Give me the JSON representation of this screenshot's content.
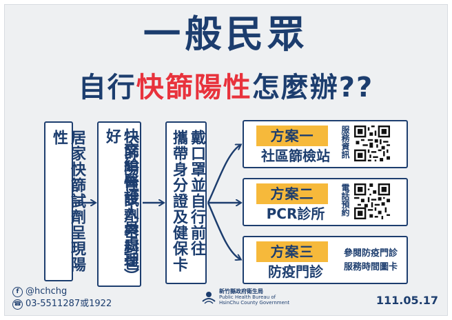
{
  "title_line1": "一般民眾",
  "title_line2_pre": "自行",
  "title_line2_highlight": "快篩陽性",
  "title_line2_post": "怎麼辦??",
  "steps": [
    {
      "text": "居家快篩試劑呈現陽性"
    },
    {
      "text": "（交給醫護人員處理）",
      "text2": "快篩陽性試劑密封包好"
    },
    {
      "text": "戴口罩並自行前往",
      "text2": "攜帶身分證及健保卡"
    }
  ],
  "options": [
    {
      "tag": "方案一",
      "sub": "社區篩檢站",
      "side": "服務資訊"
    },
    {
      "tag": "方案二",
      "sub": "PCR診所",
      "side": "電話預約"
    },
    {
      "tag": "方案三",
      "sub": "防疫門診",
      "note1": "參閱防疫門診",
      "note2": "服務時間圖卡"
    }
  ],
  "footer": {
    "fb": "@hchchg",
    "phone": "03-5511287或1922",
    "org_zh": "新竹縣政府衛生局",
    "org_en1": "Public Health Bureau of",
    "org_en2": "HsinChu County Government",
    "date": "111.05.17"
  },
  "colors": {
    "navy": "#1c3d6e",
    "highlight": "#e8323c",
    "tag": "#f6b93b",
    "background": "#eef0f2"
  },
  "icons": [
    "facebook-icon",
    "phone-icon",
    "qr-code-icon",
    "health-bureau-logo-icon",
    "arrow-right-icon"
  ]
}
